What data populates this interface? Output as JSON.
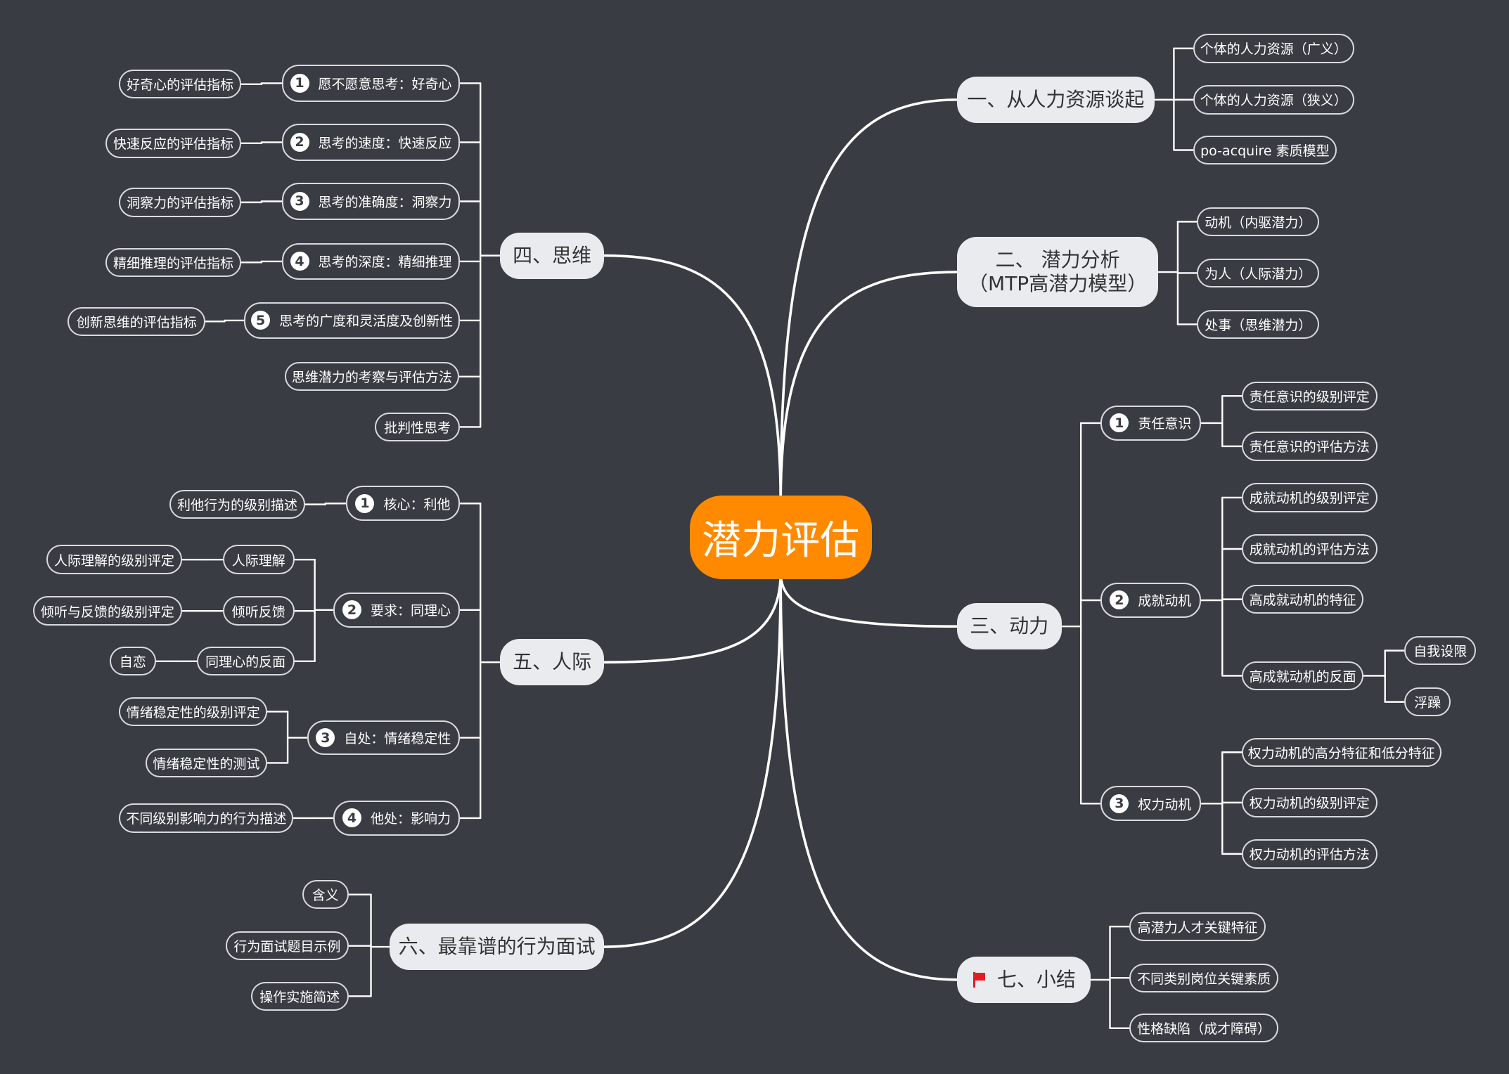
{
  "root": "潜力评估",
  "branches": [
    {
      "label": "一、从人力资源谈起",
      "children": [
        {
          "label": "个体的人力资源（广义）"
        },
        {
          "label": "个体的人力资源（狭义）"
        },
        {
          "label": "po-acquire 素质模型"
        }
      ]
    },
    {
      "label_lines": [
        "二、 潜力分析",
        "（MTP高潜力模型）"
      ],
      "children": [
        {
          "label": "动机（内驱潜力）"
        },
        {
          "label": "为人（人际潜力）"
        },
        {
          "label": "处事（思维潜力）"
        }
      ]
    },
    {
      "label": "三、动力",
      "children": [
        {
          "num": "1",
          "label": "责任意识",
          "children": [
            {
              "label": "责任意识的级别评定"
            },
            {
              "label": "责任意识的评估方法"
            }
          ]
        },
        {
          "num": "2",
          "label": "成就动机",
          "children": [
            {
              "label": "成就动机的级别评定"
            },
            {
              "label": "成就动机的评估方法"
            },
            {
              "label": "高成就动机的特征"
            },
            {
              "label": "高成就动机的反面",
              "children": [
                {
                  "label": "自我设限"
                },
                {
                  "label": "浮躁"
                }
              ]
            }
          ]
        },
        {
          "num": "3",
          "label": "权力动机",
          "children": [
            {
              "label": "权力动机的高分特征和低分特征"
            },
            {
              "label": "权力动机的级别评定"
            },
            {
              "label": "权力动机的评估方法"
            }
          ]
        }
      ]
    },
    {
      "label": "四、思维",
      "children": [
        {
          "num": "1",
          "label": "愿不愿意思考：好奇心",
          "children": [
            {
              "label": "好奇心的评估指标"
            }
          ]
        },
        {
          "num": "2",
          "label": "思考的速度：快速反应",
          "children": [
            {
              "label": "快速反应的评估指标"
            }
          ]
        },
        {
          "num": "3",
          "label": "思考的准确度：洞察力",
          "children": [
            {
              "label": "洞察力的评估指标"
            }
          ]
        },
        {
          "num": "4",
          "label": "思考的深度：精细推理",
          "children": [
            {
              "label": "精细推理的评估指标"
            }
          ]
        },
        {
          "num": "5",
          "label": "思考的广度和灵活度及创新性",
          "children": [
            {
              "label": "创新思维的评估指标"
            }
          ]
        },
        {
          "label": "思维潜力的考察与评估方法"
        },
        {
          "label": "批判性思考"
        }
      ]
    },
    {
      "label": "五、人际",
      "children": [
        {
          "num": "1",
          "label": "核心：利他",
          "children": [
            {
              "label": "利他行为的级别描述"
            }
          ]
        },
        {
          "num": "2",
          "label": "要求：同理心",
          "children": [
            {
              "label": "人际理解",
              "children": [
                {
                  "label": "人际理解的级别评定"
                }
              ]
            },
            {
              "label": "倾听反馈",
              "children": [
                {
                  "label": "倾听与反馈的级别评定"
                }
              ]
            },
            {
              "label": "同理心的反面",
              "children": [
                {
                  "label": "自恋"
                }
              ]
            }
          ]
        },
        {
          "num": "3",
          "label": "自处：情绪稳定性",
          "children": [
            {
              "label": "情绪稳定性的级别评定"
            },
            {
              "label": "情绪稳定性的测试"
            }
          ]
        },
        {
          "num": "4",
          "label": "他处：影响力",
          "children": [
            {
              "label": "不同级别影响力的行为描述"
            }
          ]
        }
      ]
    },
    {
      "label": "六、最靠谱的行为面试",
      "children": [
        {
          "label": "含义"
        },
        {
          "label": "行为面试题目示例"
        },
        {
          "label": "操作实施简述"
        }
      ]
    },
    {
      "icon": "red-flag-icon",
      "label": "七、小结",
      "children": [
        {
          "label": "高潜力人才关键特征"
        },
        {
          "label": "不同类别岗位关键素质"
        },
        {
          "label": "性格缺陷（成才障碍）"
        }
      ]
    }
  ]
}
